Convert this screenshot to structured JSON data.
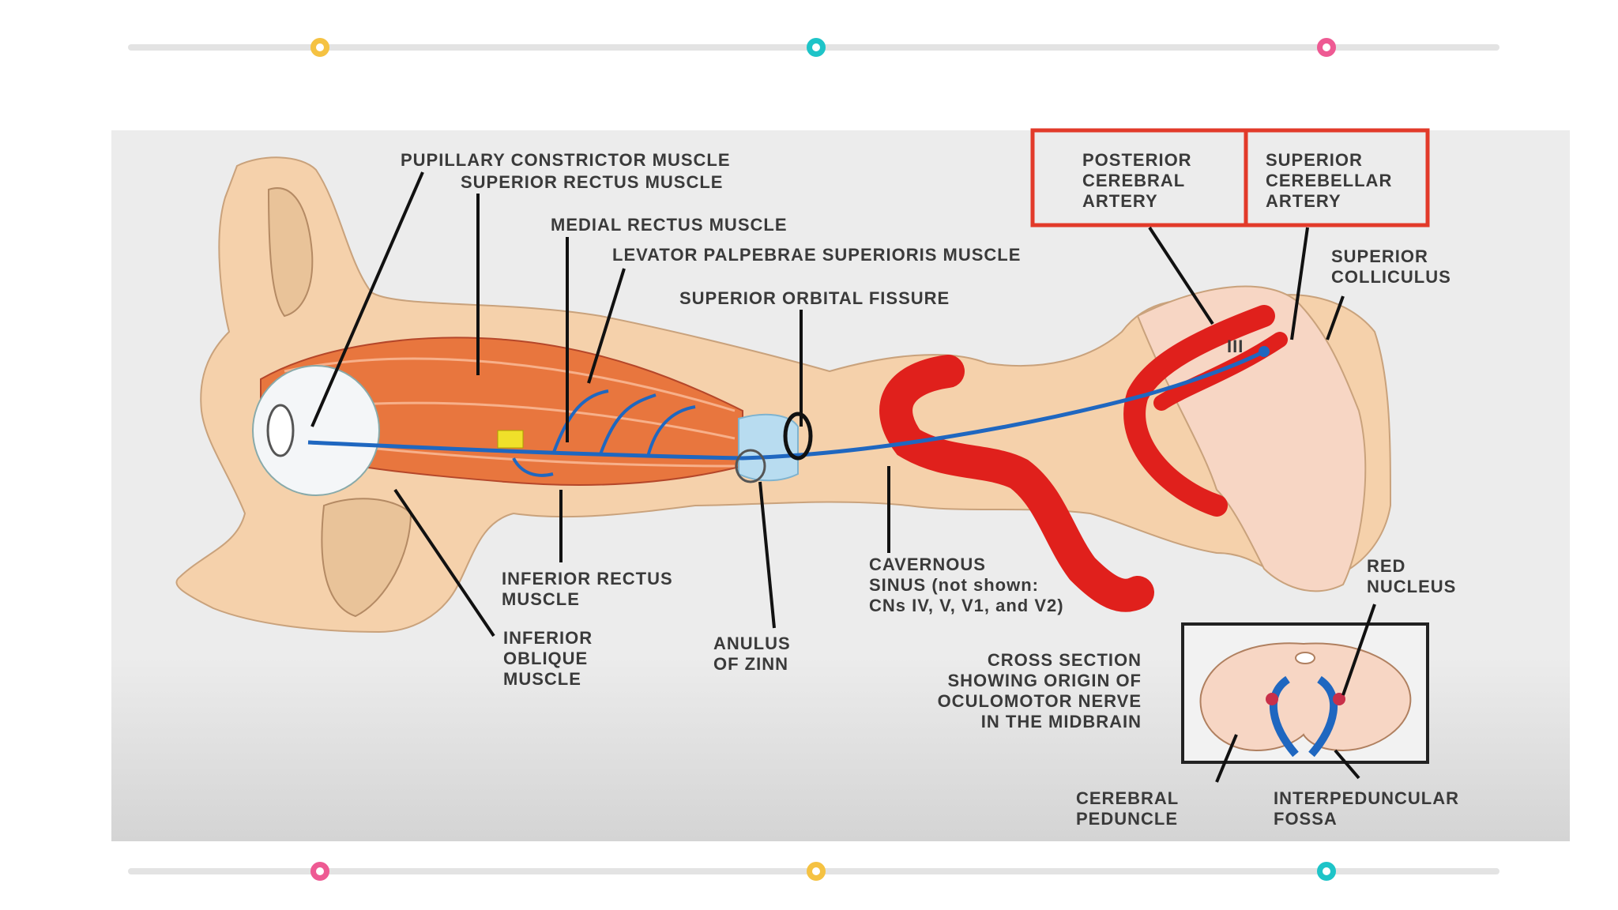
{
  "colors": {
    "track": "#e3e3e3",
    "dot_yellow": "#f5c242",
    "dot_teal": "#1ec4c8",
    "dot_pink": "#ee5a93",
    "artery": "#e0201c",
    "nerve": "#1f67c0",
    "tissue": "#f5d1ab",
    "box_red": "#e23a2a"
  },
  "top_dots": [
    {
      "name": "top-dot-left",
      "color": "dot_yellow"
    },
    {
      "name": "top-dot-middle",
      "color": "dot_teal"
    },
    {
      "name": "top-dot-right",
      "color": "dot_pink"
    }
  ],
  "bottom_dots": [
    {
      "name": "bottom-dot-left",
      "color": "dot_pink"
    },
    {
      "name": "bottom-dot-middle",
      "color": "dot_yellow"
    },
    {
      "name": "bottom-dot-right",
      "color": "dot_teal"
    }
  ],
  "labels": {
    "pupillary": "PUPILLARY CONSTRICTOR MUSCLE",
    "superior_rectus": "SUPERIOR RECTUS MUSCLE",
    "medial_rectus": "MEDIAL RECTUS MUSCLE",
    "levator": "LEVATOR PALPEBRAE SUPERIORIS MUSCLE",
    "superior_orbital_fissure": "SUPERIOR ORBITAL FISSURE",
    "posterior_cerebral": [
      "POSTERIOR",
      "CEREBRAL",
      "ARTERY"
    ],
    "superior_cerebellar": [
      "SUPERIOR",
      "CEREBELLAR",
      "ARTERY"
    ],
    "superior_colliculus": [
      "SUPERIOR",
      "COLLICULUS"
    ],
    "nerve_number": "III",
    "inferior_rectus": [
      "INFERIOR RECTUS",
      "MUSCLE"
    ],
    "inferior_oblique": [
      "INFERIOR",
      "OBLIQUE",
      "MUSCLE"
    ],
    "anulus": [
      "ANULUS",
      "OF ZINN"
    ],
    "cavernous": [
      "CAVERNOUS",
      "SINUS (not shown:",
      "CNs IV, V, V1, and V2)"
    ],
    "red_nucleus": [
      "RED",
      "NUCLEUS"
    ],
    "cross_section": [
      "CROSS SECTION",
      "SHOWING ORIGIN OF",
      "OCULOMOTOR NERVE",
      "IN THE MIDBRAIN"
    ],
    "cerebral_peduncle": [
      "CEREBRAL",
      "PEDUNCLE"
    ],
    "interpeduncular": [
      "INTERPEDUNCULAR",
      "FOSSA"
    ]
  }
}
